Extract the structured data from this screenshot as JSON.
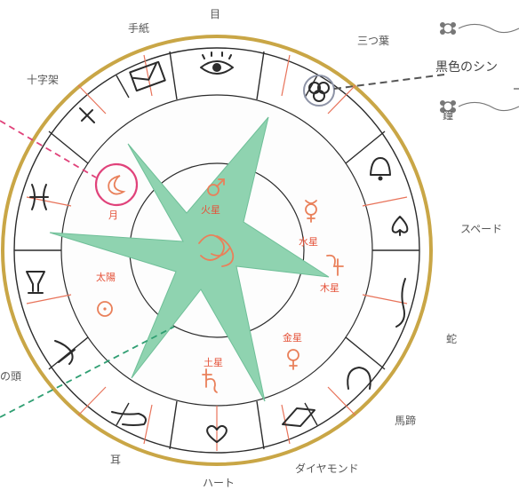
{
  "outer_labels": {
    "letter": "手紙",
    "eye": "目",
    "clover": "三つ葉",
    "cross": "十字架",
    "bell": "鐘",
    "spade": "スペード",
    "snake": "蛇",
    "head": "の頭",
    "horseshoe": "馬蹄",
    "ear": "耳",
    "diamond": "ダイヤモンド",
    "heart": "ハート"
  },
  "inner_labels": {
    "mars": "火星",
    "mercury": "水星",
    "jupiter": "木星",
    "venus": "金星",
    "saturn": "土星",
    "sun": "太陽",
    "moon": "月"
  },
  "callout": {
    "text": "黒色のシン"
  },
  "colors": {
    "star": "#8fd3b0",
    "rim_gold": "#c9a646",
    "divider": "#e8735a",
    "planet_text": "#e5533a",
    "moon_circle": "#e0427a",
    "clover_circle": "#8d93a6",
    "leader_pink": "#e0427a",
    "leader_green": "#2f9e72",
    "leader_gray": "#555555"
  }
}
